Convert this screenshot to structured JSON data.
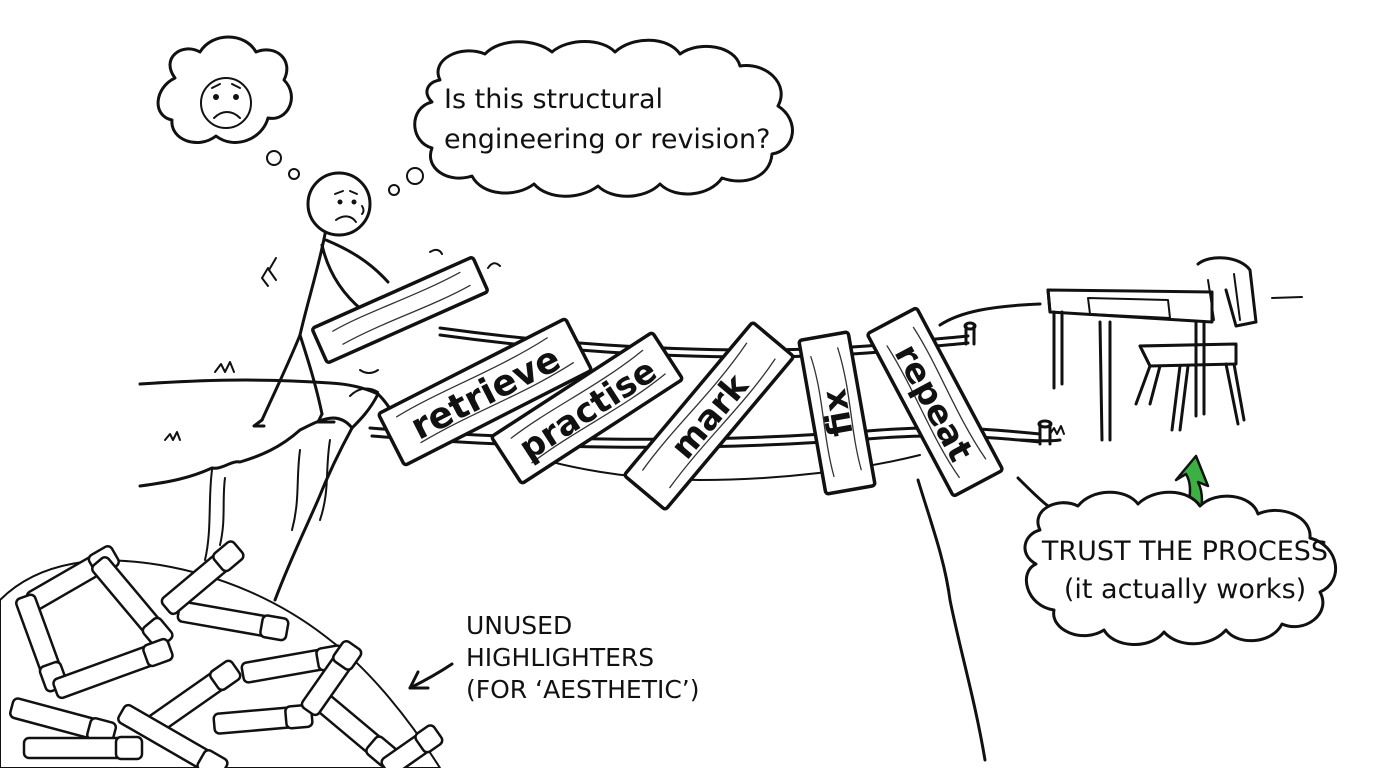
{
  "speech_bubble": {
    "line1": "Is this structural",
    "line2": "engineering or revision?"
  },
  "planks": [
    {
      "label": "retrieve"
    },
    {
      "label": "practise"
    },
    {
      "label": "mark"
    },
    {
      "label": "fix"
    },
    {
      "label": "repeat"
    }
  ],
  "highlighters_note": {
    "line1": "UNUSED",
    "line2": "HIGHLIGHTERS",
    "line3": "(FOR ‘AESTHETIC’)"
  },
  "process_bubble": {
    "line1": "TRUST THE PROCESS",
    "line2": "(it actually works)"
  },
  "colors": {
    "ink": "#111111",
    "arrow_green": "#3cb043",
    "paper": "#ffffff"
  }
}
